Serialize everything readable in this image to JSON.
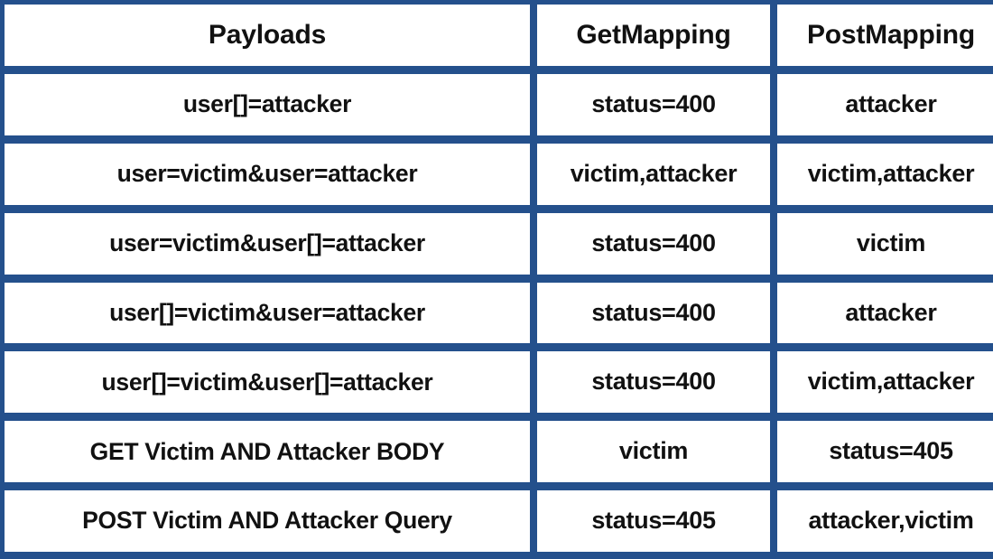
{
  "table": {
    "columns": [
      "Payloads",
      "GetMapping",
      "PostMapping"
    ],
    "colors": {
      "grid": "#24508C",
      "cell_background": "#FFFFFF",
      "text": "#111111"
    },
    "rows": [
      {
        "payload": "user[]=attacker",
        "get_mapping": "status=400",
        "post_mapping": "attacker"
      },
      {
        "payload": "user=victim&user=attacker",
        "get_mapping": "victim,attacker",
        "post_mapping": "victim,attacker"
      },
      {
        "payload": "user=victim&user[]=attacker",
        "get_mapping": "status=400",
        "post_mapping": "victim"
      },
      {
        "payload": "user[]=victim&user=attacker",
        "get_mapping": "status=400",
        "post_mapping": "attacker"
      },
      {
        "payload": "user[]=victim&user[]=attacker",
        "get_mapping": "status=400",
        "post_mapping": "victim,attacker"
      },
      {
        "payload": "GET Victim AND Attacker BODY",
        "get_mapping": "victim",
        "post_mapping": "status=405"
      },
      {
        "payload": "POST Victim AND Attacker Query",
        "get_mapping": "status=405",
        "post_mapping": "attacker,victim"
      }
    ]
  },
  "chart_data": {
    "type": "table",
    "title": "",
    "columns": [
      "Payloads",
      "GetMapping",
      "PostMapping"
    ],
    "rows": [
      [
        "user[]=attacker",
        "status=400",
        "attacker"
      ],
      [
        "user=victim&user=attacker",
        "victim,attacker",
        "victim,attacker"
      ],
      [
        "user=victim&user[]=attacker",
        "status=400",
        "victim"
      ],
      [
        "user[]=victim&user=attacker",
        "status=400",
        "attacker"
      ],
      [
        "user[]=victim&user[]=attacker",
        "status=400",
        "victim,attacker"
      ],
      [
        "GET Victim AND Attacker BODY",
        "victim",
        "status=405"
      ],
      [
        "POST Victim AND Attacker Query",
        "status=405",
        "attacker,victim"
      ]
    ]
  }
}
